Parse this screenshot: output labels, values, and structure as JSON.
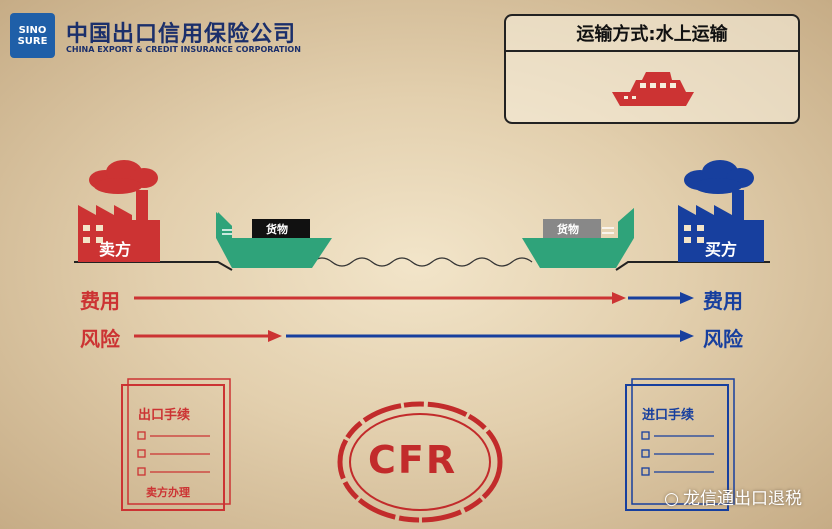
{
  "header": {
    "logo_text": "SINO SURE",
    "company_cn": "中国出口信用保险公司",
    "company_en": "CHINA EXPORT & CREDIT INSURANCE CORPORATION"
  },
  "transport": {
    "title": "运输方式:水上运输",
    "icon": "ship-icon"
  },
  "parties": {
    "seller": "卖方",
    "buyer": "买方"
  },
  "cargo": {
    "seller_ship_label": "货物",
    "buyer_ship_label": "货物"
  },
  "rows": {
    "cost_label_left": "费用",
    "cost_label_right": "费用",
    "risk_label_left": "风险",
    "risk_label_right": "风险"
  },
  "documents": {
    "export_title": "出口手续",
    "export_note": "卖方办理",
    "import_title": "进口手续"
  },
  "stamp": {
    "text": "CFR"
  },
  "watermark": {
    "text": "龙信通出口退税"
  },
  "colors": {
    "seller": "#cc3333",
    "buyer": "#173f9e",
    "ship_hull": "#2fa37a"
  }
}
